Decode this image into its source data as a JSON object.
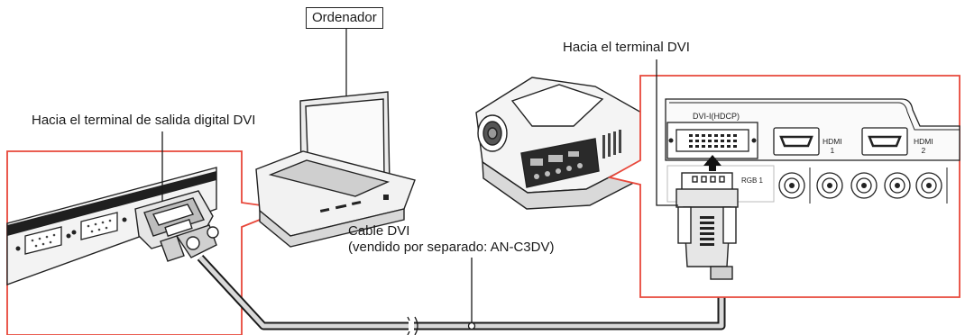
{
  "labels": {
    "computer": "Ordenador",
    "dvi_terminal": "Hacia el terminal DVI",
    "dvi_output_terminal": "Hacia el terminal de salida digital DVI",
    "cable_line1": "Cable DVI",
    "cable_line2": "(vendido por separado: AN-C3DV)"
  },
  "port_labels": {
    "dvi_hdcp": "DVI-I(HDCP)",
    "hdmi1_line1": "HDMI",
    "hdmi1_line2": "1",
    "hdmi2_line1": "HDMI",
    "hdmi2_line2": "2",
    "rgb1": "RGB 1"
  },
  "colors": {
    "callout_outline": "#e8473a",
    "line": "#1a1a1a",
    "cable_fill": "#d9d9d9"
  }
}
